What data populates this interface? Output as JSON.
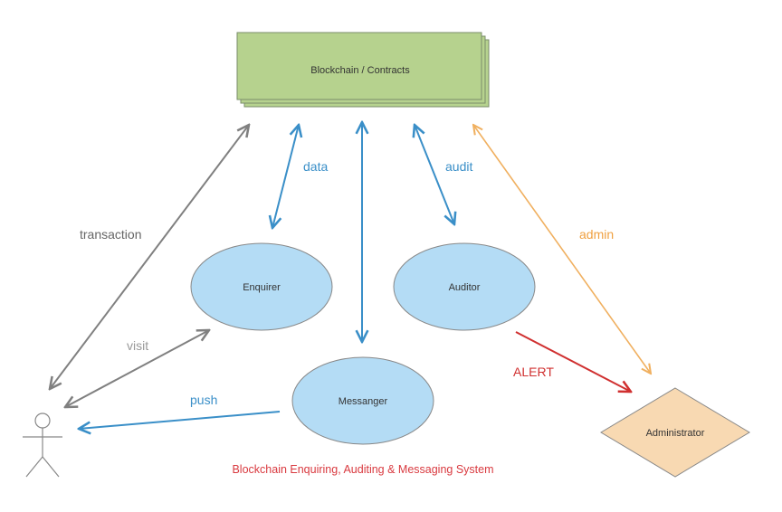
{
  "diagram": {
    "title": "Blockchain Enquiring, Auditing & Messaging System",
    "nodes": {
      "blockchain": {
        "label": "Blockchain / Contracts",
        "shape": "stacked-rectangle",
        "fill": "#b6d28e"
      },
      "enquirer": {
        "label": "Enquirer",
        "shape": "ellipse",
        "fill": "#b4dcf5"
      },
      "auditor": {
        "label": "Auditor",
        "shape": "ellipse",
        "fill": "#b4dcf5"
      },
      "messanger": {
        "label": "Messanger",
        "shape": "ellipse",
        "fill": "#b4dcf5"
      },
      "administrator": {
        "label": "Administrator",
        "shape": "diamond",
        "fill": "#f8d9b2"
      },
      "user": {
        "label": "",
        "shape": "stick-figure"
      }
    },
    "edges": [
      {
        "id": "transaction",
        "label": "transaction",
        "from": "user",
        "to": "blockchain",
        "direction": "both",
        "color": "#808080"
      },
      {
        "id": "data",
        "label": "data",
        "from": "enquirer",
        "to": "blockchain",
        "direction": "both",
        "color": "#3a8fc8"
      },
      {
        "id": "messaging",
        "label": "",
        "from": "blockchain",
        "to": "messanger",
        "direction": "both",
        "color": "#3a8fc8"
      },
      {
        "id": "audit",
        "label": "audit",
        "from": "auditor",
        "to": "blockchain",
        "direction": "both",
        "color": "#3a8fc8"
      },
      {
        "id": "admin",
        "label": "admin",
        "from": "administrator",
        "to": "blockchain",
        "direction": "both",
        "color": "#f0b060"
      },
      {
        "id": "visit",
        "label": "visit",
        "from": "user",
        "to": "enquirer",
        "direction": "both",
        "color": "#808080"
      },
      {
        "id": "push",
        "label": "push",
        "from": "messanger",
        "to": "user",
        "direction": "forward",
        "color": "#3a8fc8"
      },
      {
        "id": "alert",
        "label": "ALERT",
        "from": "auditor",
        "to": "administrator",
        "direction": "forward",
        "color": "#d03030"
      }
    ],
    "colors": {
      "title": "#d9393f",
      "stroke": "#888888"
    }
  }
}
